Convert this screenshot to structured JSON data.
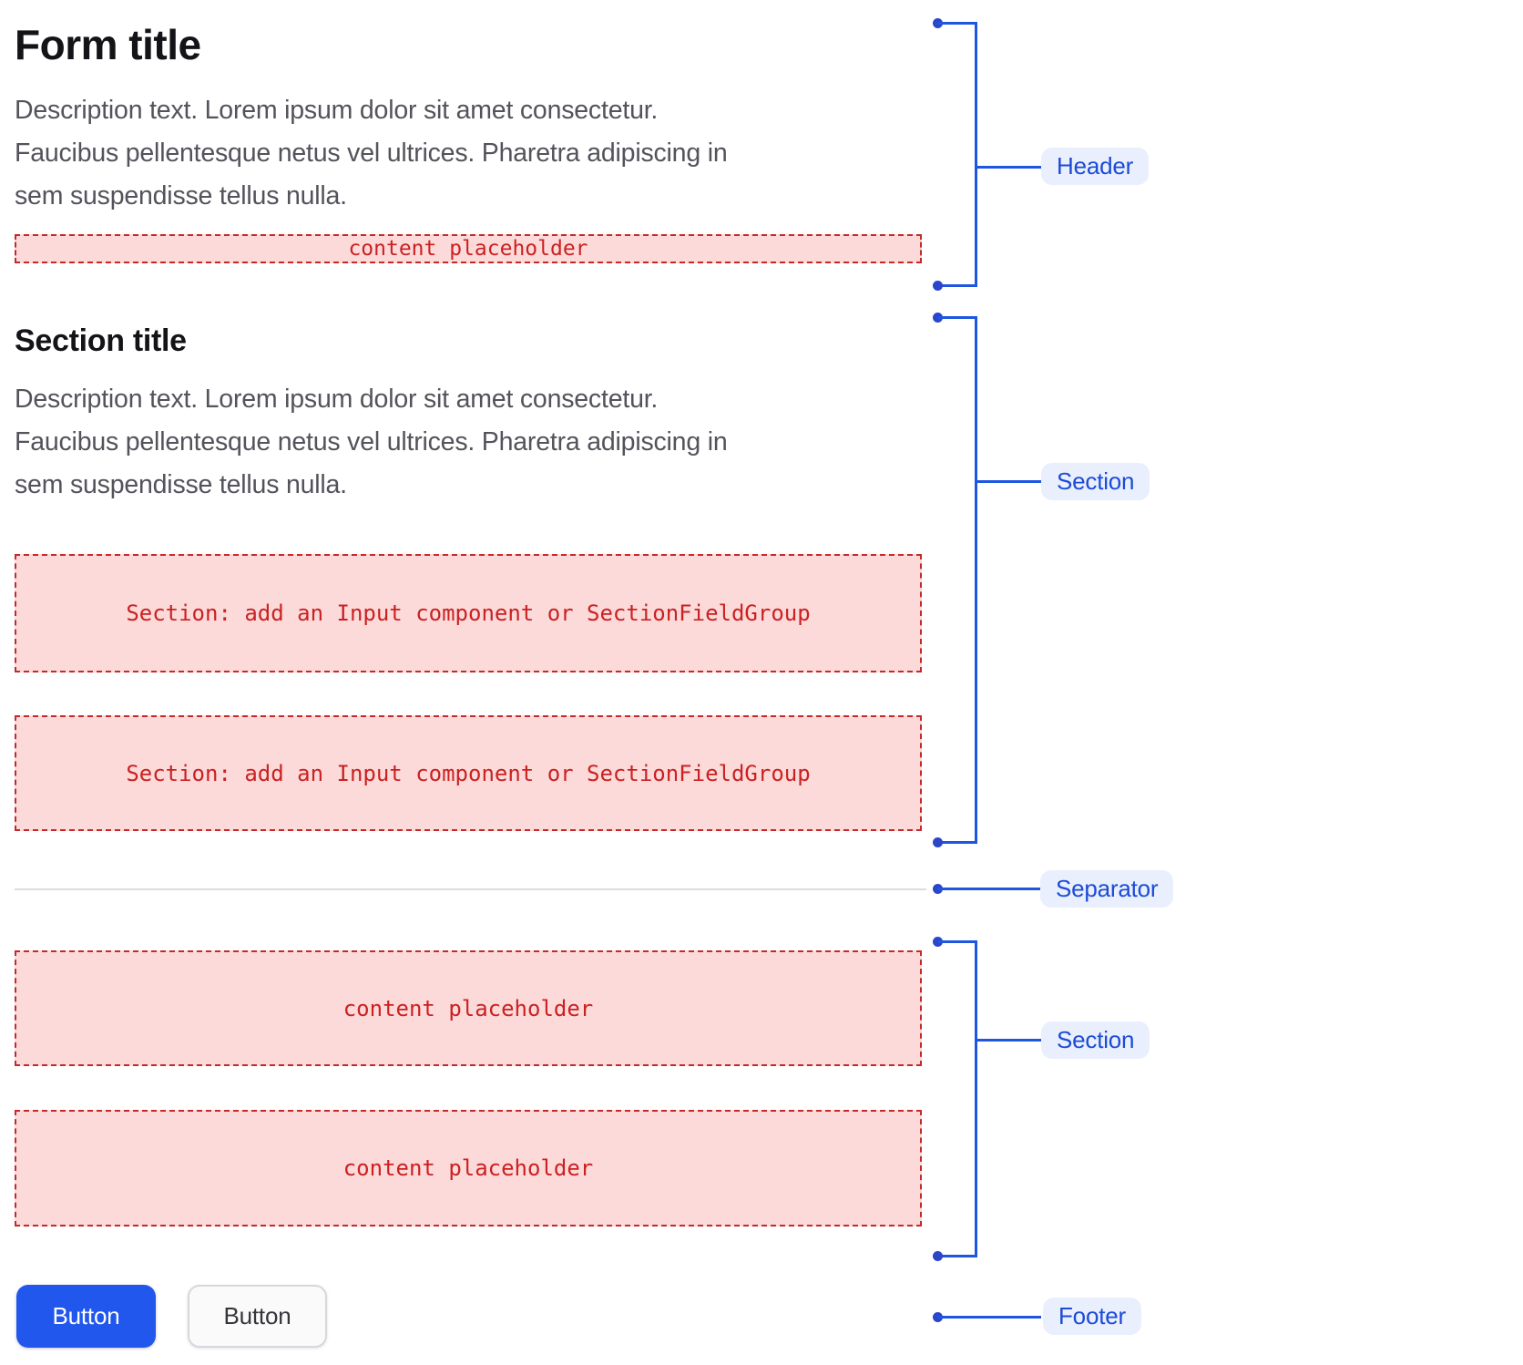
{
  "form": {
    "header": {
      "title": "Form title",
      "description_lines": [
        "Description text. Lorem ipsum dolor sit amet consectetur.",
        "Faucibus pellentesque netus vel ultrices. Pharetra adipiscing in",
        "sem suspendisse tellus nulla."
      ],
      "placeholder": "content placeholder"
    },
    "section": {
      "title": "Section title",
      "description_lines": [
        "Description text. Lorem ipsum dolor sit amet consectetur.",
        "Faucibus pellentesque netus vel ultrices. Pharetra adipiscing in",
        "sem suspendisse tellus nulla."
      ],
      "slots": [
        "Section: add an Input component or SectionFieldGroup",
        "Section: add an Input component or SectionFieldGroup"
      ]
    },
    "content": {
      "slots": [
        "content placeholder",
        "content placeholder"
      ]
    },
    "footer": {
      "buttons": [
        {
          "label": "Button",
          "variant": "primary"
        },
        {
          "label": "Button",
          "variant": "secondary"
        }
      ]
    }
  },
  "annotations": [
    {
      "label": "Header"
    },
    {
      "label": "Section"
    },
    {
      "label": "Separator"
    },
    {
      "label": "Section"
    },
    {
      "label": "Footer"
    }
  ],
  "colors": {
    "annotation_line": "#1E56E0",
    "annotation_dot": "#2B46C8",
    "pill_bg": "#E9EFFD",
    "pill_text": "#1C4BD6",
    "placeholder_bg": "#FCDADA",
    "placeholder_red": "#CB2121",
    "separator": "#DCDCE0",
    "primary_button_bg": "#2157EC",
    "title_text": "#141418",
    "description_text": "#53535B"
  }
}
